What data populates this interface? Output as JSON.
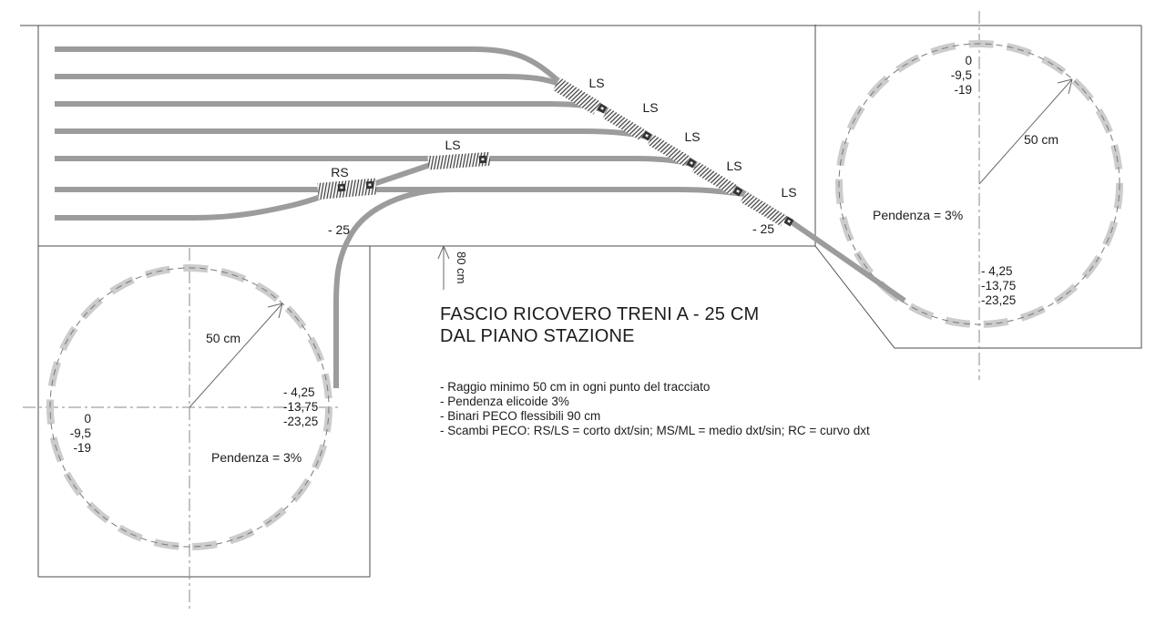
{
  "colors": {
    "track_gray": "#9c9c9c",
    "helix_gray": "#cccccc",
    "line_dark": "#4e4e4e"
  },
  "title": {
    "line1": "FASCIO RICOVERO TRENI A - 25 CM",
    "line2": "DAL PIANO STAZIONE"
  },
  "notes": [
    "- Raggio minimo 50 cm in ogni punto del tracciato",
    "- Pendenza elicoide 3%",
    "- Binari PECO flessibili 90 cm",
    "- Scambi PECO: RS/LS = corto dxt/sin; MS/ML = medio dxt/sin; RC = curvo dxt"
  ],
  "labels": {
    "ls": "LS",
    "rs": "RS",
    "depth_25": "- 25",
    "dim_80": "80 cm"
  },
  "helix_left": {
    "radius": "50 cm",
    "gradient": "Pendenza = 3%",
    "levels_entry": [
      "0",
      "-9,5",
      "-19"
    ],
    "levels_mid": [
      "- 4,25",
      "-13,75",
      "-23,25"
    ]
  },
  "helix_right": {
    "radius": "50 cm",
    "gradient": "Pendenza = 3%",
    "levels_entry": [
      "0",
      "-9,5",
      "-19"
    ],
    "levels_mid": [
      "- 4,25",
      "-13,75",
      "-23,25"
    ]
  }
}
